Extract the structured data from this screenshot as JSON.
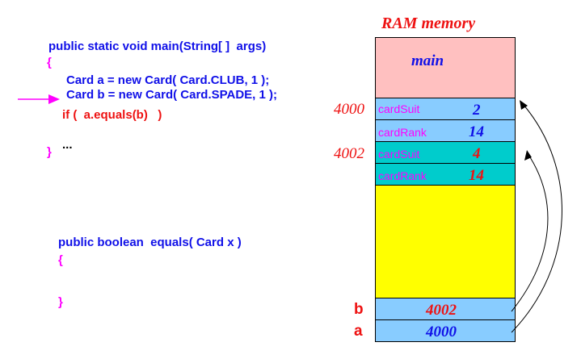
{
  "memory": {
    "title": "RAM memory",
    "frame_label": "main",
    "objects": [
      {
        "address": "4000",
        "fields": [
          {
            "name": "cardSuit",
            "value": "2"
          },
          {
            "name": "cardRank",
            "value": "14"
          }
        ]
      },
      {
        "address": "4002",
        "fields": [
          {
            "name": "cardSuit",
            "value": "4"
          },
          {
            "name": "cardRank",
            "value": "14"
          }
        ]
      }
    ],
    "variables": [
      {
        "name": "b",
        "value": "4002"
      },
      {
        "name": "a",
        "value": "4000"
      }
    ]
  },
  "code": {
    "main_sig": "public static void main(String[ ]  args)",
    "open_brace": "{",
    "line_a": "Card a = new Card( Card.CLUB, 1 );",
    "line_b": "Card b = new Card( Card.SPADE, 1 );",
    "line_if": "if (  a.equals(b)   )",
    "close_brace": "}",
    "ellipsis": "...",
    "equals_sig": "public boolean  equals( Card x )",
    "equals_open": "{",
    "equals_close": "}"
  },
  "colors": {
    "main_frame": "#ffc0c0",
    "object_a": "#88ccff",
    "object_b": "#00cccc",
    "free_heap": "#ffff00",
    "variables": "#88ccff",
    "pointer": "#ff00ff",
    "code_text": "#1010e8",
    "highlight": "#ee1111"
  }
}
